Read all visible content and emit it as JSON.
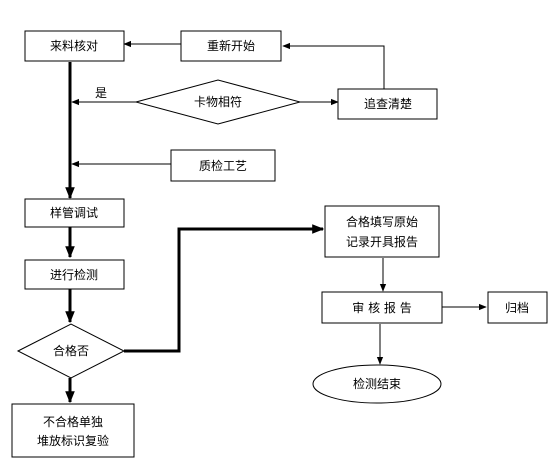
{
  "nodes": {
    "incoming_check": "来料核对",
    "restart": "重新开始",
    "card_match": "卡物相符",
    "investigate": "追查清楚",
    "qc_process": "质检工艺",
    "sample_debug": "样管调试",
    "perform_test": "进行检测",
    "qualified": "合格否",
    "fill_record_line1": "合格填写原始",
    "fill_record_line2": "记录开具报告",
    "review_report": "审 核 报 告",
    "archive": "归档",
    "test_end": "检测结束",
    "reject_line1": "不合格单独",
    "reject_line2": "堆放标识复验"
  },
  "edge_labels": {
    "yes": "是"
  }
}
